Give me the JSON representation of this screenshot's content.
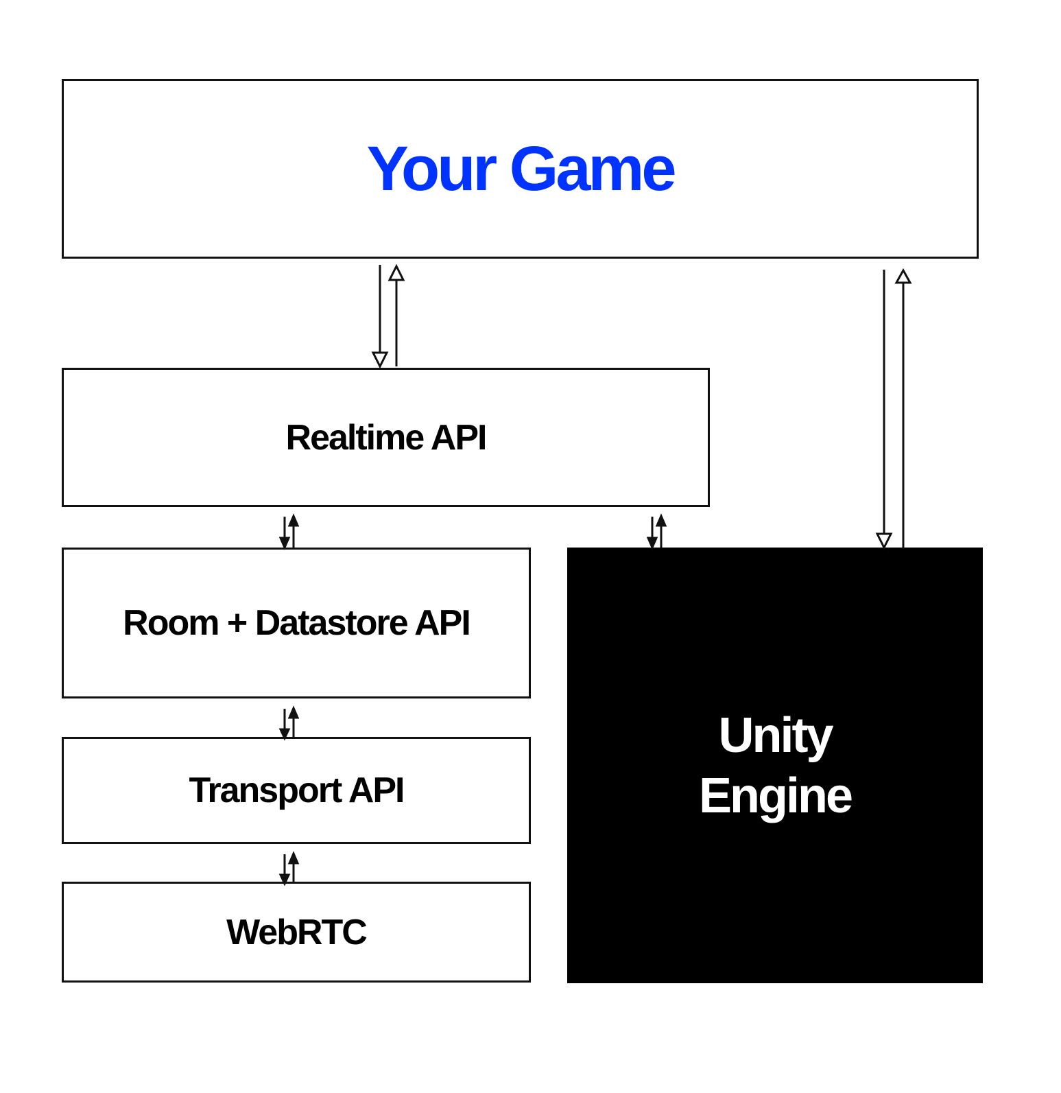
{
  "colors": {
    "game_title": "#0033ff",
    "box_border": "#111111",
    "engine_fill": "#000000",
    "engine_text": "#ffffff"
  },
  "boxes": {
    "game": {
      "label": "Your Game"
    },
    "realtime": {
      "label": "Realtime API"
    },
    "room": {
      "label": "Room + Datastore API"
    },
    "transport": {
      "label": "Transport API"
    },
    "webrtc": {
      "label": "WebRTC"
    },
    "unity": {
      "line1": "Unity",
      "line2": "Engine"
    }
  }
}
